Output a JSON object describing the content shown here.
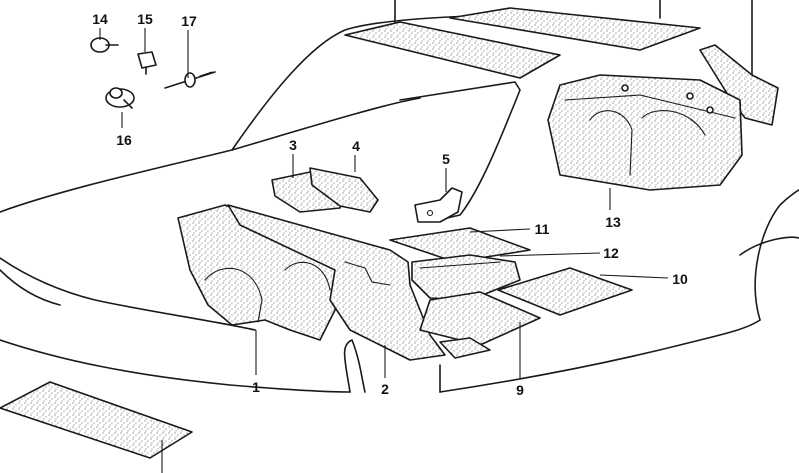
{
  "callouts": {
    "p1": "1",
    "p2": "2",
    "p3": "3",
    "p4": "4",
    "p5": "5",
    "p9": "9",
    "p10": "10",
    "p11": "11",
    "p12": "12",
    "p13": "13",
    "p14": "14",
    "p15": "15",
    "p16": "16",
    "p17": "17"
  },
  "colors": {
    "ink": "#1a1a1a",
    "paper": "#ffffff"
  }
}
